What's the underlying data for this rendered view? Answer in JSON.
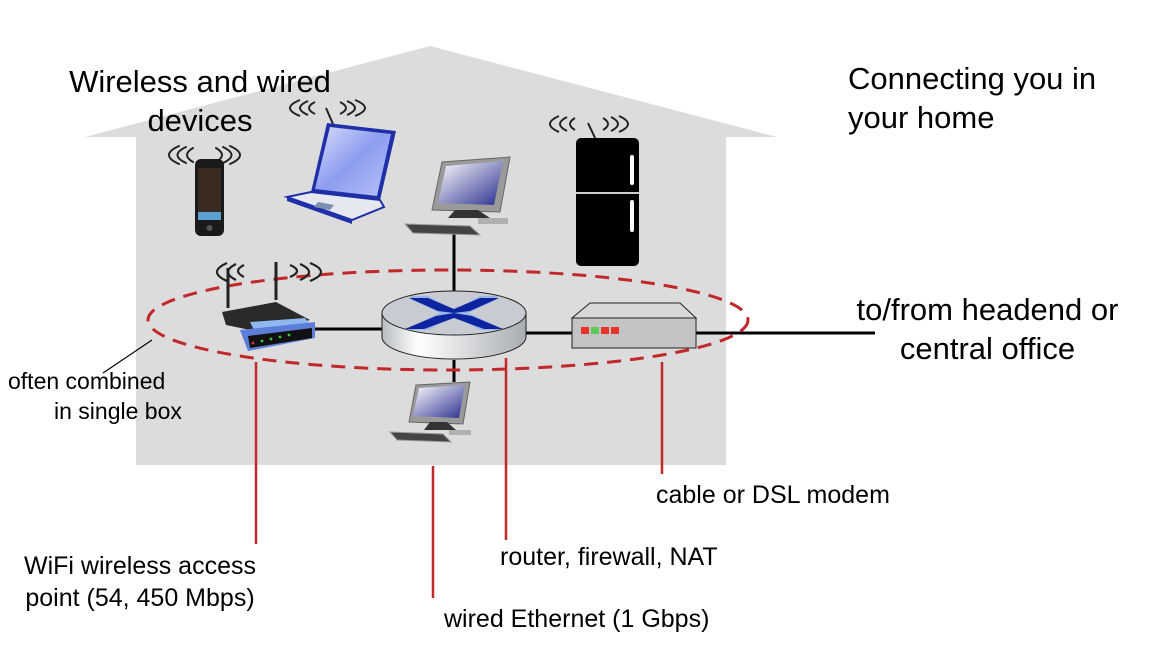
{
  "diagram": {
    "title_left": [
      "Wireless and wired",
      "devices"
    ],
    "title_right": [
      "Connecting you in",
      "your home"
    ],
    "labels": {
      "headend": [
        "to/from headend or",
        "central office"
      ],
      "combined": [
        "often combined",
        "in single box"
      ],
      "access_point": [
        "WiFi wireless access",
        "point (54, 450 Mbps)"
      ],
      "router": "router, firewall, NAT",
      "ethernet": "wired Ethernet (1 Gbps)",
      "modem": "cable or DSL modem"
    },
    "devices": [
      {
        "id": "smartphone",
        "type": "wireless"
      },
      {
        "id": "laptop",
        "type": "wireless"
      },
      {
        "id": "desktop-top",
        "type": "wired"
      },
      {
        "id": "refrigerator",
        "type": "wireless"
      },
      {
        "id": "wifi-access-point",
        "type": "wireless"
      },
      {
        "id": "router",
        "type": "wired"
      },
      {
        "id": "desktop-bottom",
        "type": "wired"
      },
      {
        "id": "modem",
        "type": "wired"
      }
    ],
    "modem_leds": [
      "#e8332a",
      "#5cc85a",
      "#e8332a",
      "#e8332a"
    ],
    "colors": {
      "house": "#dcdcdc",
      "callout": "#c0282b",
      "dashed_ellipse": "#c0282b",
      "router_x": "#0d24a0",
      "link": "#000000"
    }
  }
}
